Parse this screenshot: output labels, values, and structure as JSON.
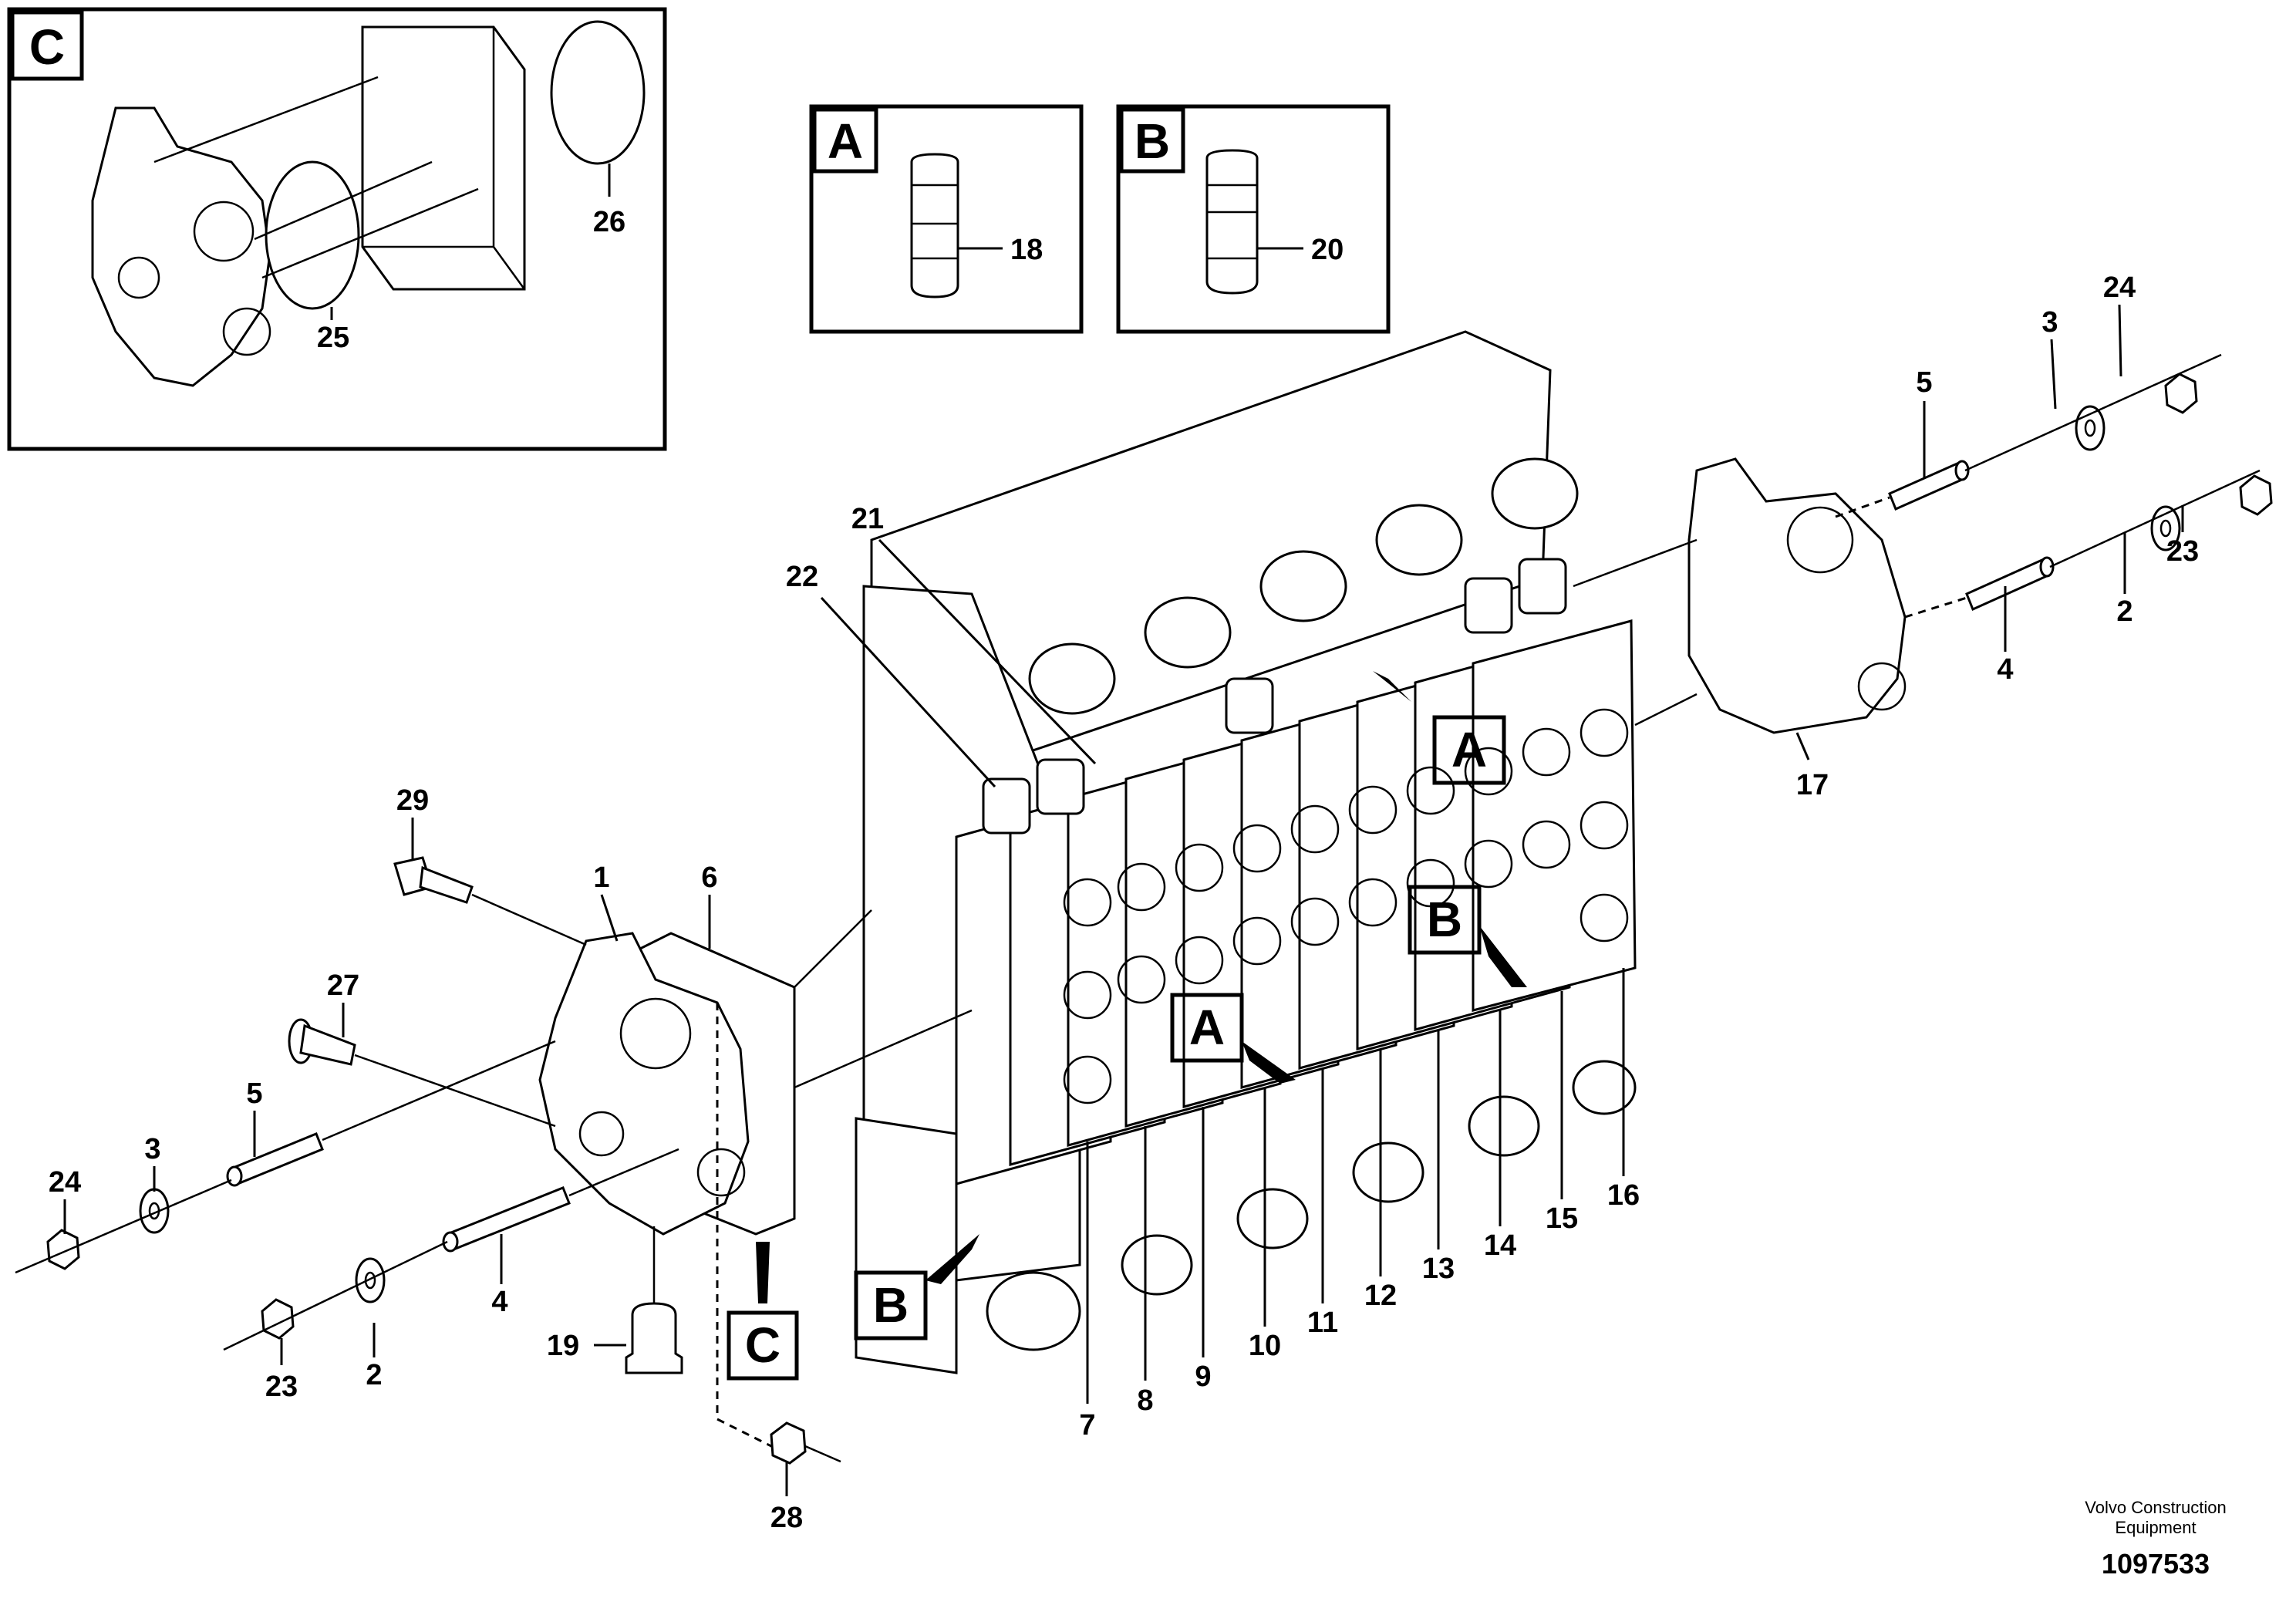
{
  "callouts": [
    "1",
    "2",
    "3",
    "4",
    "5",
    "6",
    "7",
    "8",
    "9",
    "10",
    "11",
    "12",
    "13",
    "14",
    "15",
    "16",
    "17",
    "18",
    "19",
    "20",
    "21",
    "22",
    "23",
    "24",
    "25",
    "26",
    "27",
    "28",
    "29"
  ],
  "detail_boxes": {
    "a": {
      "label": "A",
      "part": "18"
    },
    "b": {
      "label": "B",
      "part": "20"
    },
    "c": {
      "label": "C",
      "parts": [
        "25",
        "26"
      ]
    }
  },
  "view_refs": [
    "A",
    "B",
    "C"
  ],
  "footer": {
    "company_line1": "Volvo Construction",
    "company_line2": "Equipment",
    "drawing_number": "1097533"
  }
}
